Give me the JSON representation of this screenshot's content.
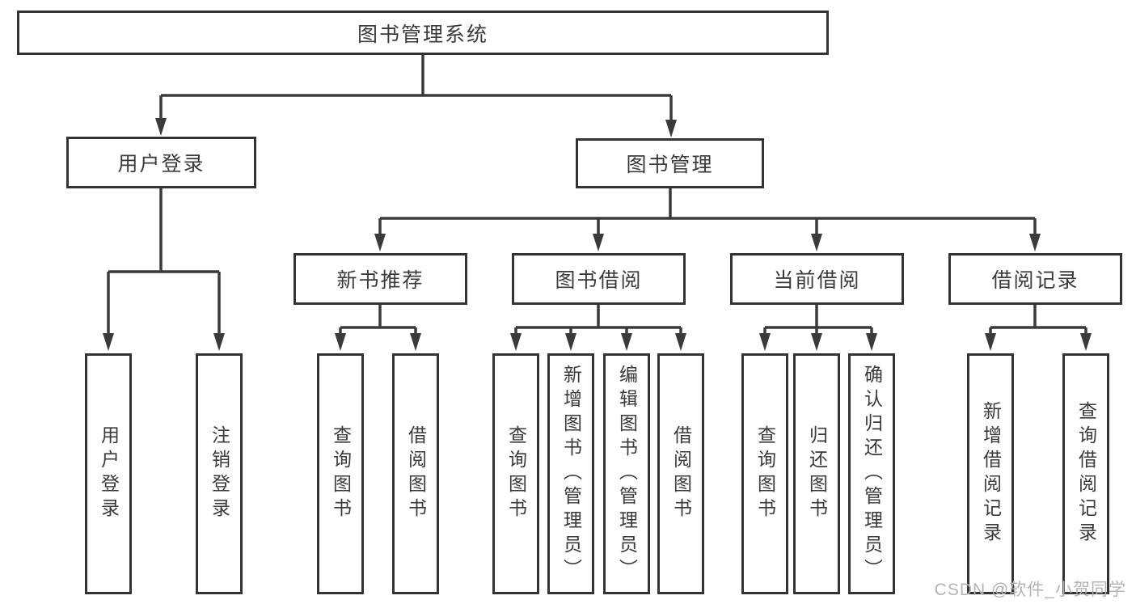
{
  "diagram": {
    "tree": {
      "root": {
        "label": "图书管理系统",
        "children": [
          {
            "label": "用户登录",
            "children": [
              {
                "label": "用户登录"
              },
              {
                "label": "注销登录"
              }
            ]
          },
          {
            "label": "图书管理",
            "children": [
              {
                "label": "新书推荐",
                "children": [
                  {
                    "label": "查询图书"
                  },
                  {
                    "label": "借阅图书"
                  }
                ]
              },
              {
                "label": "图书借阅",
                "children": [
                  {
                    "label": "查询图书"
                  },
                  {
                    "label": "新增图书（管理员）"
                  },
                  {
                    "label": "编辑图书（管理员）"
                  },
                  {
                    "label": "借阅图书"
                  }
                ]
              },
              {
                "label": "当前借阅",
                "children": [
                  {
                    "label": "查询图书"
                  },
                  {
                    "label": "归还图书"
                  },
                  {
                    "label": "确认归还（管理员）"
                  }
                ]
              },
              {
                "label": "借阅记录",
                "children": [
                  {
                    "label": "新增借阅记录"
                  },
                  {
                    "label": "查询借阅记录"
                  }
                ]
              }
            ]
          }
        ]
      }
    },
    "colors": {
      "line": "#3a3a3a",
      "border": "#333333",
      "text": "#3a3a3a",
      "background": "#ffffff",
      "watermark": "#b3b3b3"
    }
  },
  "watermark": {
    "text": "CSDN @软件_小贺同学"
  }
}
